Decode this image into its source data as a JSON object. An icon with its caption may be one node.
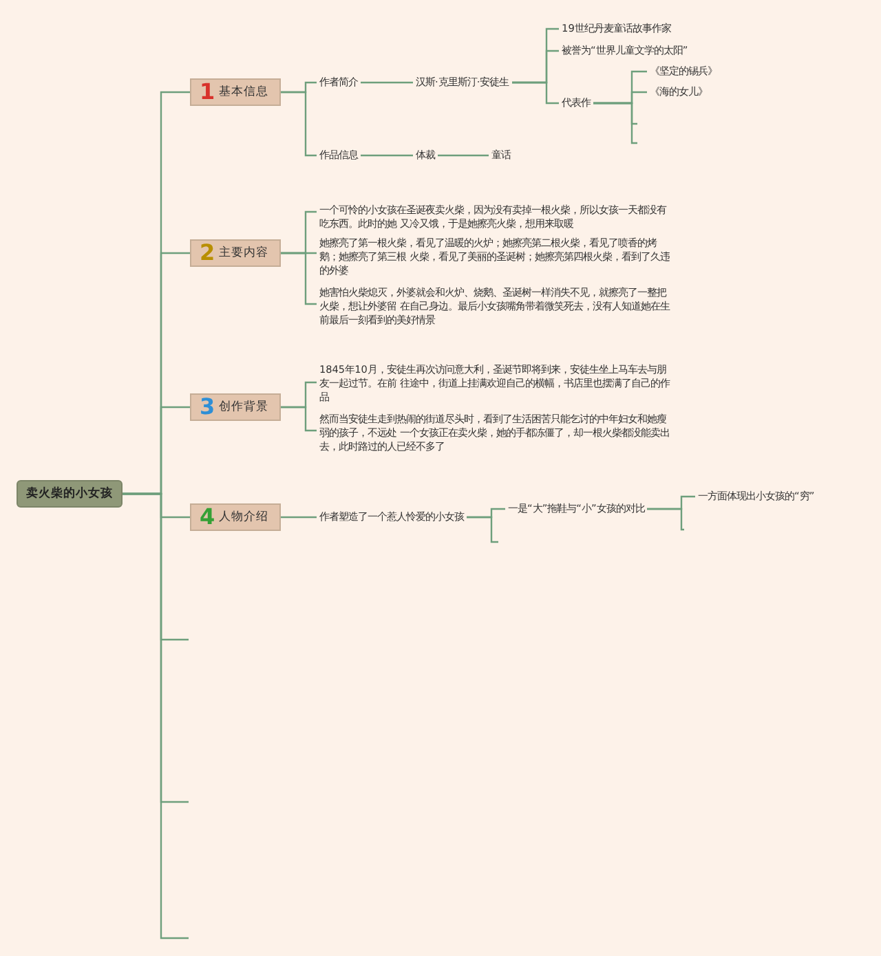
{
  "diagram": {
    "nodes": [
      {
        "text": [
          "卖火柴的小女孩"
        ]
      },
      {
        "text": [
          "1",
          "基本信息"
        ]
      },
      {
        "text": [
          "作者简介"
        ]
      },
      {
        "text": [
          "汉斯·克里斯汀·安徒生"
        ]
      },
      {
        "text": [
          "19世纪丹麦童话故事作家"
        ]
      },
      {
        "text": [
          "被誉为“世界儿童文学的太阳”"
        ]
      },
      {
        "text": [
          "代表作"
        ]
      },
      {
        "text": [
          "《坚定的锡兵》"
        ]
      },
      {
        "text": [
          "《海的女儿》"
        ]
      },
      {
        "text": [
          "作品信息"
        ]
      },
      {
        "text": [
          "体裁"
        ]
      },
      {
        "text": [
          "童话"
        ]
      },
      {
        "text": [
          "2",
          "主要内容"
        ]
      },
      {
        "text": [
          "一个可怜的小女孩在圣诞夜卖火柴，因为没有卖掉一根火柴，所以女孩一天都没有吃东西。此时的她 又冷又饿，于是她擦亮火柴，想用来取暖"
        ]
      },
      {
        "text": [
          "她擦亮了第一根火柴，看见了温暖的火炉；她擦亮第二根火柴，看见了喷香的烤鹅；她擦亮了第三根 火柴，看见了美丽的圣诞树；她擦亮第四根火柴，看到了久违的外婆"
        ]
      },
      {
        "text": [
          "她害怕火柴熄灭，外婆就会和火炉、烧鹅、圣诞树一样消失不见，就擦亮了一整把火柴，想让外婆留 在自己身边。最后小女孩嘴角带着微笑死去，没有人知道她在生前最后一刻看到的美好情景"
        ]
      },
      {
        "text": [
          "3",
          "创作背景"
        ]
      },
      {
        "text": [
          "1845年10月，安徒生再次访问意大利，圣诞节即将到来，安徒生坐上马车去与朋友一起过节。在前 往途中，街道上挂满欢迎自己的横幅，书店里也摆满了自己的作品"
        ]
      },
      {
        "text": [
          "然而当安徒生走到热闹的街道尽头时，看到了生活困苦只能乞讨的中年妇女和她瘦弱的孩子，不远处 一个女孩正在卖火柴，她的手都冻僵了，却一根火柴都没能卖出去，此时路过的人已经不多了"
        ]
      },
      {
        "text": [
          "4",
          "人物介绍"
        ]
      },
      {
        "text": [
          "作者塑造了一个惹人怜爱的小女孩"
        ]
      },
      {
        "text": [
          "一是“大”拖鞋与“小”女孩的对比"
        ]
      },
      {
        "text": [
          "一方面体现出小女孩的“穷”"
        ]
      }
    ],
    "edges": [
      {
        "from": 0,
        "to": 1,
        "arrow": "none"
      },
      {
        "from": 0,
        "to": 12,
        "arrow": "none"
      },
      {
        "from": 0,
        "to": 16,
        "arrow": "none"
      },
      {
        "from": 0,
        "to": 19,
        "arrow": "none"
      },
      {
        "from": 0,
        "to": null,
        "arrow": "none"
      },
      {
        "from": 0,
        "to": null,
        "arrow": "none"
      },
      {
        "from": 0,
        "to": null,
        "arrow": "none"
      },
      {
        "from": 1,
        "to": 2,
        "arrow": "none"
      },
      {
        "from": 1,
        "to": 9,
        "arrow": "none"
      },
      {
        "from": 2,
        "to": 3,
        "arrow": "none"
      },
      {
        "from": 3,
        "to": 4,
        "arrow": "none"
      },
      {
        "from": 3,
        "to": 5,
        "arrow": "none"
      },
      {
        "from": 3,
        "to": 6,
        "arrow": "none"
      },
      {
        "from": 6,
        "to": 7,
        "arrow": "none"
      },
      {
        "from": 6,
        "to": 8,
        "arrow": "none"
      },
      {
        "from": 6,
        "to": null,
        "arrow": "none"
      },
      {
        "from": 6,
        "to": null,
        "arrow": "none"
      },
      {
        "from": 9,
        "to": 10,
        "arrow": "none"
      },
      {
        "from": 10,
        "to": 11,
        "arrow": "none"
      },
      {
        "from": 12,
        "to": 13,
        "arrow": "none"
      },
      {
        "from": 12,
        "to": 14,
        "arrow": "none"
      },
      {
        "from": 12,
        "to": 15,
        "arrow": "none"
      },
      {
        "from": 16,
        "to": 17,
        "arrow": "none"
      },
      {
        "from": 16,
        "to": 18,
        "arrow": "none"
      },
      {
        "from": 19,
        "to": 20,
        "arrow": "none"
      },
      {
        "from": 20,
        "to": 21,
        "arrow": "none"
      },
      {
        "from": 20,
        "to": null,
        "arrow": "none"
      },
      {
        "from": 21,
        "to": 22,
        "arrow": "none"
      },
      {
        "from": 21,
        "to": null,
        "arrow": "none"
      }
    ]
  }
}
